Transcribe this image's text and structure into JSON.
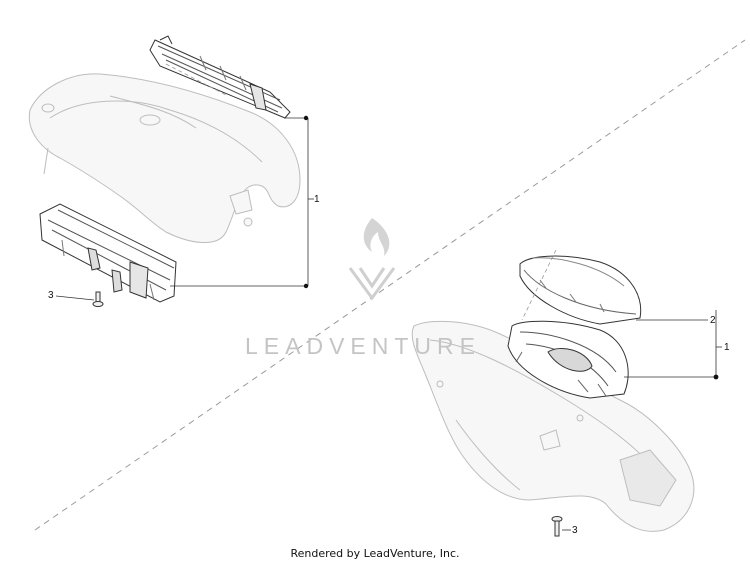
{
  "callouts": {
    "assembly_left": "1",
    "screw_left": "3",
    "part_right": "2",
    "assembly_right": "1",
    "screw_right": "3"
  },
  "watermark": {
    "text": "LEADVENTURE",
    "logo_icon": "flame-v-logo-icon"
  },
  "footer": {
    "credit": "Rendered by LeadVenture, Inc."
  }
}
